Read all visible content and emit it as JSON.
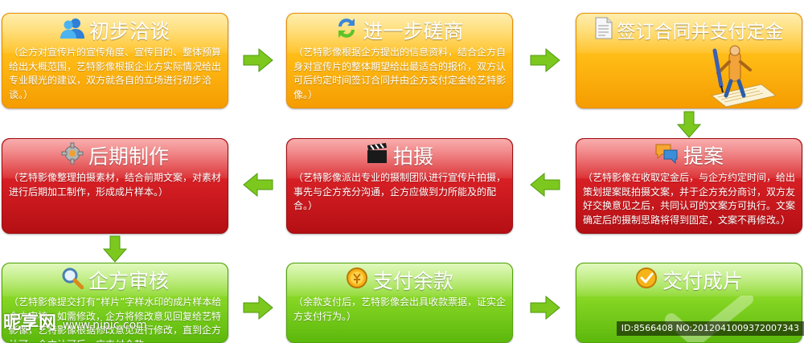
{
  "steps": [
    {
      "title": "初步洽谈",
      "icon": "users-icon",
      "desc": "（企方对宣传片的宣传角度、宣传目的、整体预算给出大概范围，艺特影像根据企业方实际情况给出专业眼光的建议，双方就各自的立场进行初步洽谈。）"
    },
    {
      "title": "进一步磋商",
      "icon": "sync-arrows-icon",
      "desc": "（艺特影像根据企方提出的信息资料，结合企方自身对宣传片的整体期望给出最适合的报价，双方认可后约定时间签订合同并由企方支付定金给艺特影像。）"
    },
    {
      "title": "签订合同并支付定金",
      "icon": "document-icon",
      "desc": ""
    },
    {
      "title": "提案",
      "icon": "chat-bubbles-icon",
      "desc": "（艺特影像在收取定金后，与企方约定时间，给出策划提案既拍摄文案，并于企方充分商讨，双方友好交换意见之后，共同认可的文案方可执行。文案确定后的摄制思路将得到固定，文案不再修改。）"
    },
    {
      "title": "拍摄",
      "icon": "clapperboard-icon",
      "desc": "（艺特影像派出专业的摄制团队进行宣传片拍摄，事先与企方充分沟通，企方应做到力所能及的配合。）"
    },
    {
      "title": "后期制作",
      "icon": "gear-icon",
      "desc": "（艺特影像整理拍摄素材，结合前期文案，对素材进行后期加工制作，形成成片样本。）"
    },
    {
      "title": "企方审核",
      "icon": "magnifier-icon",
      "desc": "（艺特影像提交打有“样片”字样水印的成片样本给企方审核，如需修改，企方将修改意见回复给艺特影像，艺特影像根据修改意见进行修改，直到企方认可。企方认可后，应支付全款"
    },
    {
      "title": "支付余款",
      "icon": "coin-icon",
      "desc": "（余款支付后，艺特影像会出具收款票据，证实企方支付行为。）"
    },
    {
      "title": "交付成片",
      "icon": "checkmark-icon",
      "desc": ""
    }
  ],
  "colors": {
    "orange": "#ffbc17",
    "red": "#d61f24",
    "green": "#86d624",
    "arrow": "#7cc81e"
  },
  "watermark": {
    "left": "昵享网",
    "left_sub": "www.nipic.com",
    "right": "ID:8566408 NO:20120410093720073​43"
  }
}
